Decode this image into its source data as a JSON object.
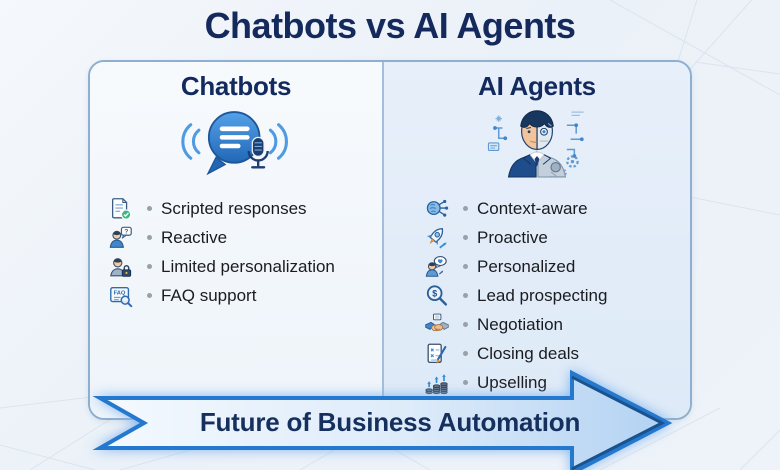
{
  "title": "Chatbots vs AI Agents",
  "columns": [
    {
      "header": "Chatbots",
      "hero_icon": "chat-bubble-mic-icon",
      "items": [
        {
          "icon": "doc-check-icon",
          "label": "Scripted responses"
        },
        {
          "icon": "person-question-icon",
          "label": "Reactive"
        },
        {
          "icon": "person-lock-icon",
          "label": "Limited personalization"
        },
        {
          "icon": "faq-book-icon",
          "label": "FAQ support"
        }
      ]
    },
    {
      "header": "AI Agents",
      "hero_icon": "ai-human-hybrid-icon",
      "items": [
        {
          "icon": "brain-circuit-icon",
          "label": "Context-aware"
        },
        {
          "icon": "rocket-icon",
          "label": "Proactive"
        },
        {
          "icon": "person-chat-icon",
          "label": "Personalized"
        },
        {
          "icon": "magnifier-dollar-icon",
          "label": "Lead prospecting"
        },
        {
          "icon": "handshake-icon",
          "label": "Negotiation"
        },
        {
          "icon": "doc-pen-icon",
          "label": "Closing deals"
        },
        {
          "icon": "coins-up-icon",
          "label": "Upselling"
        }
      ]
    }
  ],
  "banner": {
    "label": "Future of Business Automation"
  },
  "glyphs": {
    "faq": "FAQ",
    "dollar": "$",
    "question": "?"
  },
  "colors": {
    "navy_text": "#14295c",
    "item_text": "#1b1c20",
    "card_border": "#8fafd0",
    "left_panel_bg": "#f2f6fb",
    "right_panel_bg": "#e2ecf8",
    "arrow_stroke": "#2478cd",
    "arrow_head_stroke": "#18528f",
    "arrow_fill_light": "#f2f8fe",
    "arrow_fill_dark": "#b7d4f2",
    "accent_blue": "#3f86cf",
    "check_green": "#41b883"
  }
}
